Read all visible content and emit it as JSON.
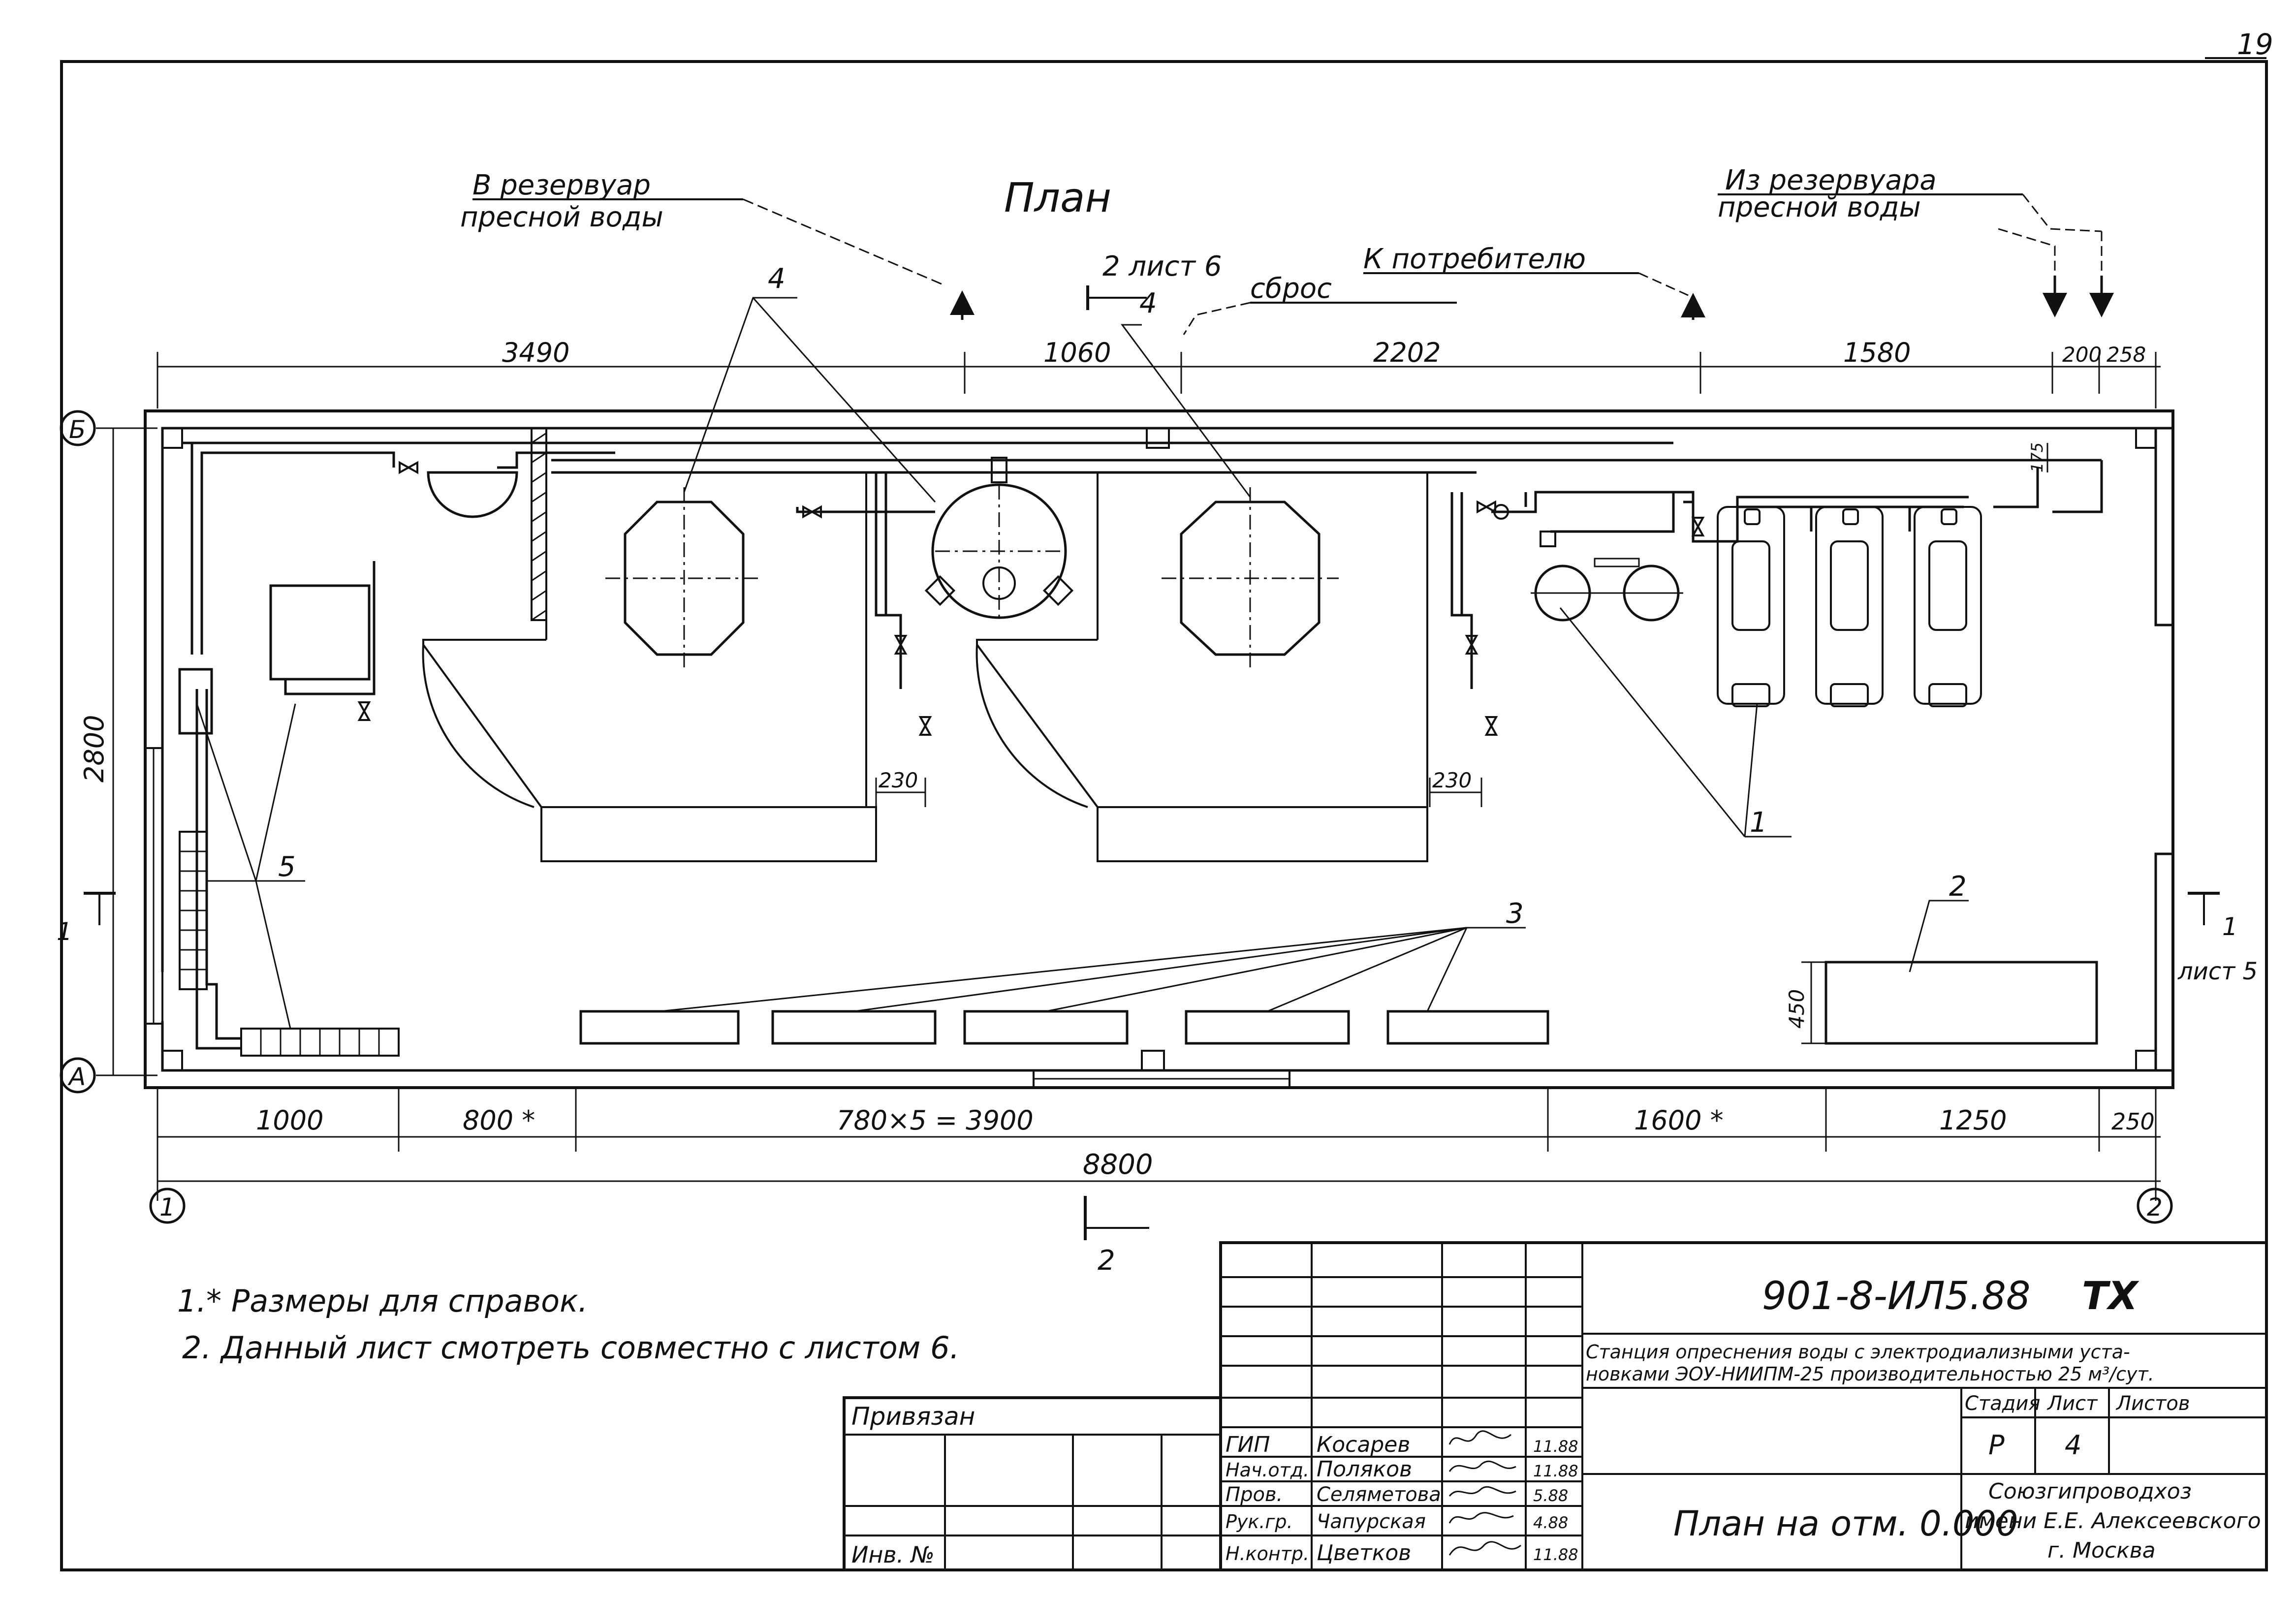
{
  "page_number": "19",
  "plan_title": "План",
  "annotations": {
    "to_tank": [
      "В резервуар",
      "пресной воды"
    ],
    "from_tank": [
      "Из резервуара",
      "пресной воды"
    ],
    "to_consumer": "К потребителю",
    "drain": "сброс",
    "section2_top": "2  лист 6",
    "section1_left": "1",
    "section1_right": "1",
    "section1_right_sheet": "лист 5",
    "section2_bottom": "2"
  },
  "axes": {
    "a": "А",
    "b": "Б",
    "n1": "1",
    "n2": "2"
  },
  "dims": {
    "top": [
      "3490",
      "1060",
      "2202",
      "1580",
      "200",
      "258"
    ],
    "bottom": [
      "1000",
      "800 *",
      "780×5 = 3900",
      "1600 *",
      "1250",
      "250"
    ],
    "total": "8800",
    "height": "2800",
    "d230_left": "230",
    "d230_right": "230",
    "d450": "450",
    "d175": "175"
  },
  "callouts": {
    "c1": "1",
    "c2": "2",
    "c3": "3",
    "c4a": "4",
    "c4b": "4",
    "c5": "5"
  },
  "notes": [
    "1.* Размеры для справок.",
    "2. Данный лист смотреть совместно с листом 6."
  ],
  "stamp": {
    "doc_code": "901-8-ИЛ5.88",
    "doc_mark": "ТХ",
    "project_title": [
      "Станция опреснения воды с электродиализными уста-",
      "новками ЭОУ-НИИПМ-25 производительностью 25 м³/сут."
    ],
    "headers": {
      "stage": "Стадия",
      "sheet": "Лист",
      "sheets": "Листов"
    },
    "stage": "Р",
    "sheet": "4",
    "sheets": "",
    "drawing_title": "План на отм. 0.000",
    "org": [
      "Союзгипроводхоз",
      "имени Е.Е. Алексеевского",
      "г. Москва"
    ],
    "bound_label": "Привязан",
    "inv_label": "Инв. №",
    "signers": [
      {
        "role": "ГИП",
        "name": "Косарев",
        "date": "11.88"
      },
      {
        "role": "Нач.отд.",
        "name": "Поляков",
        "date": "11.88"
      },
      {
        "role": "Пров.",
        "name": "Селяметова",
        "date": "5.88"
      },
      {
        "role": "Рук.гр.",
        "name": "Чапурская",
        "date": "4.88"
      },
      {
        "role": "Н.контр.",
        "name": "Цветков",
        "date": "11.88"
      }
    ]
  }
}
